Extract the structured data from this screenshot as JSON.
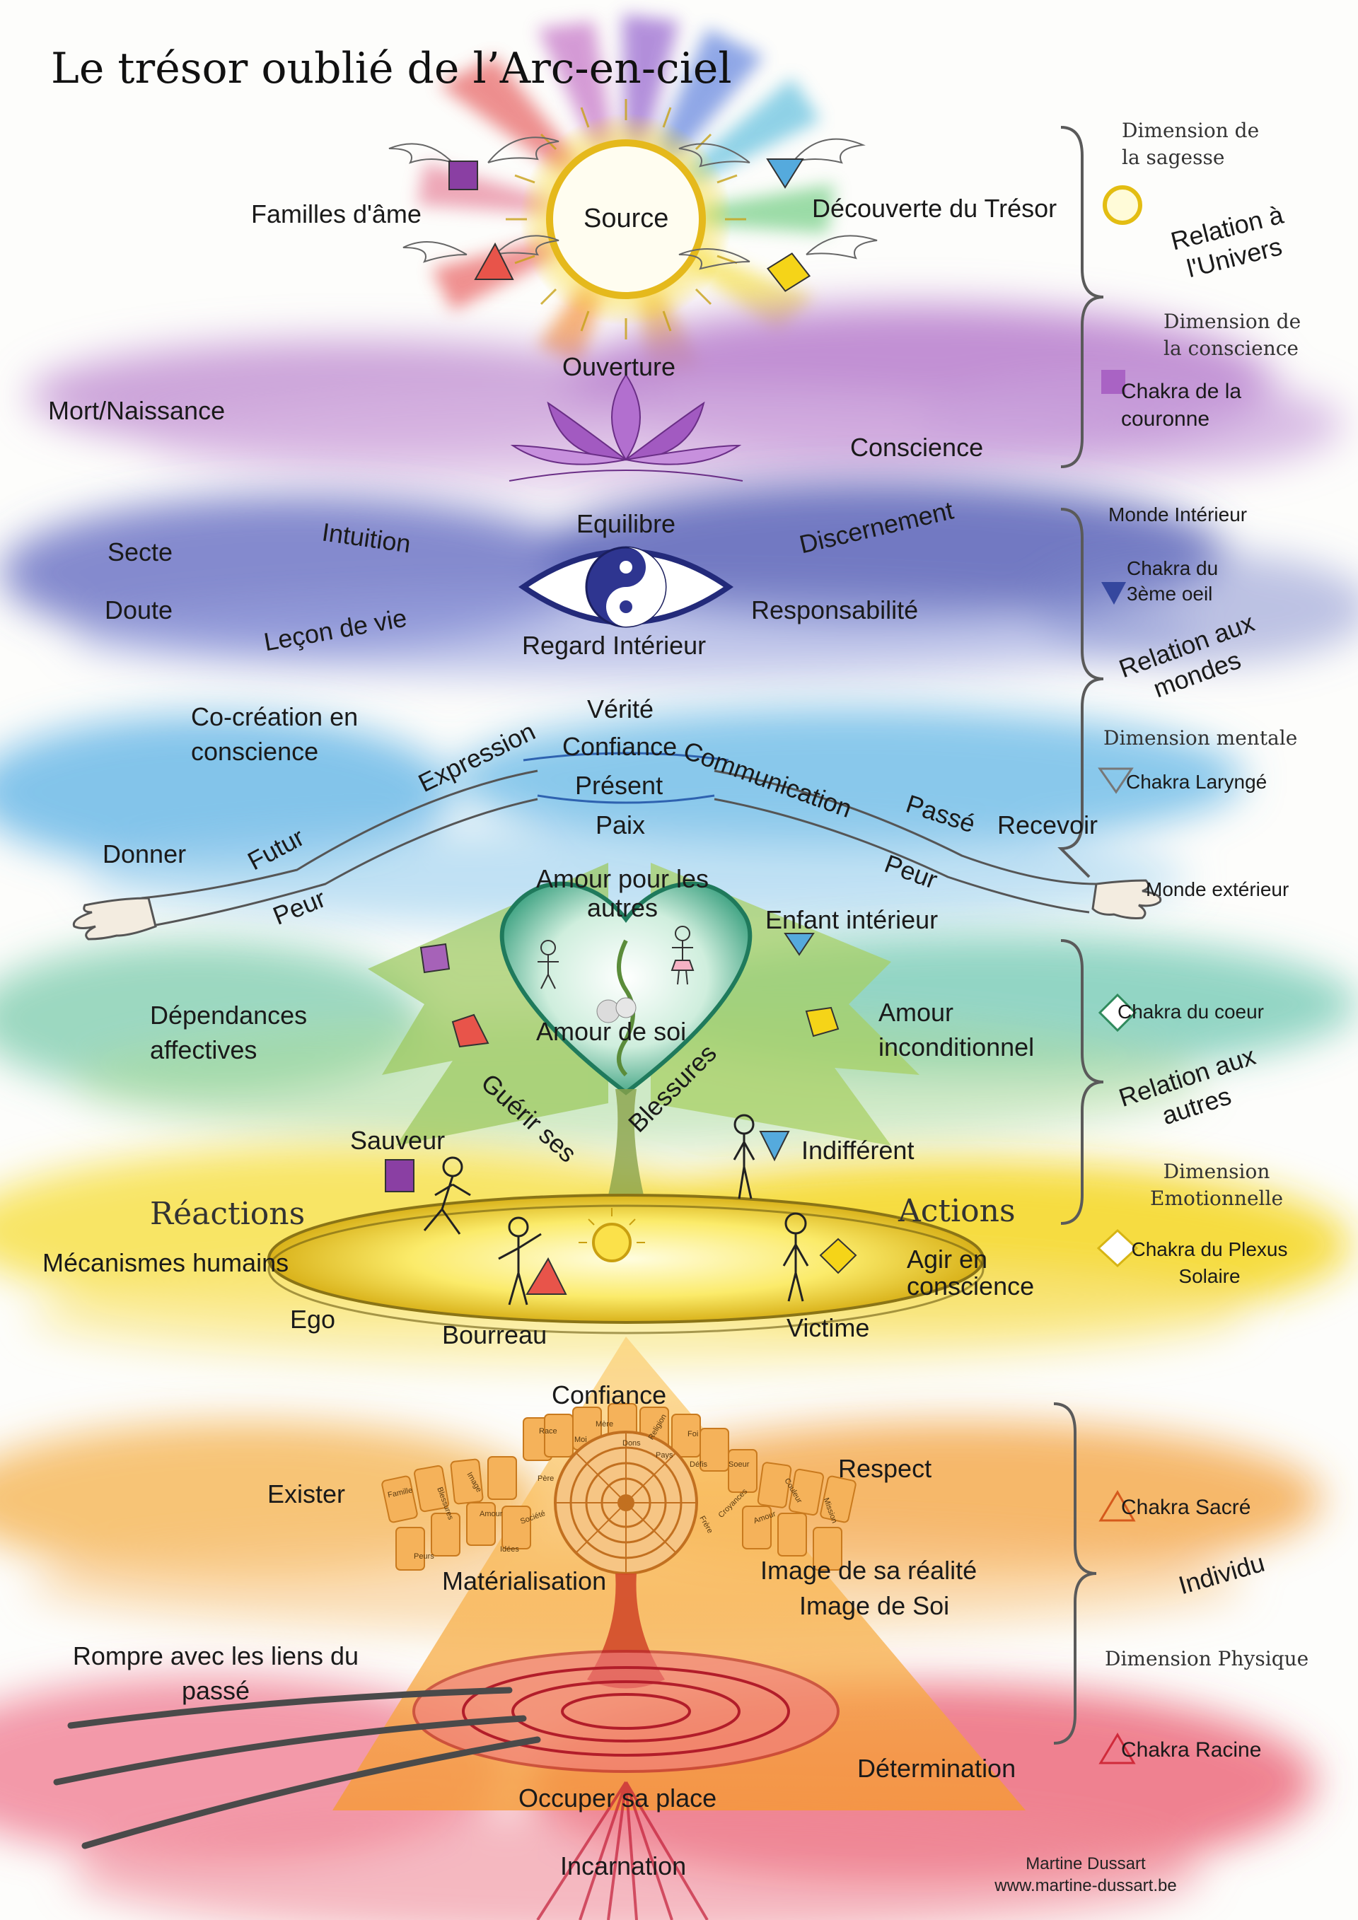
{
  "title": "Le trésor oublié de l’Arc-en-ciel",
  "center": {
    "source": "Source",
    "familles": "Familles d'âme",
    "decouverte": "Découverte du Trésor",
    "ouverture": "Ouverture",
    "mort": "Mort/Naissance",
    "conscience": "Conscience",
    "equilibre": "Equilibre",
    "intuition": "Intuition",
    "discernement": "Discernement",
    "secte": "Secte",
    "doute": "Doute",
    "lecon": "Leçon de vie",
    "responsabilite": "Responsabilité",
    "regard": "Regard Intérieur",
    "cocreation": "Co-création en conscience",
    "verite": "Vérité",
    "confiance_gorge": "Confiance",
    "present": "Présent",
    "paix": "Paix",
    "expression": "Expression",
    "communication": "Communication",
    "passe": "Passé",
    "recevoir": "Recevoir",
    "donner": "Donner",
    "futur": "Futur",
    "peur_left": "Peur",
    "peur_right": "Peur",
    "amour_autres": "Amour pour les autres",
    "enfant": "Enfant intérieur",
    "dependances": "Dépendances affectives",
    "amour_soi": "Amour de soi",
    "amour_incond": "Amour inconditionnel",
    "guerir": "Guérir ses",
    "blessures": "Blessures",
    "sauveur": "Sauveur",
    "indifferent": "Indifférent",
    "reactions": "Réactions",
    "actions": "Actions",
    "mecanismes": "Mécanismes humains",
    "agir": "Agir en conscience",
    "ego": "Ego",
    "bourreau": "Bourreau",
    "victime": "Victime",
    "confiance_sacre": "Confiance",
    "respect": "Respect",
    "exister": "Exister",
    "materialisation": "Matérialisation",
    "image_realite": "Image de sa réalité",
    "image_soi": "Image de Soi",
    "rompre": "Rompre avec les liens du passé",
    "determination": "Détermination",
    "occuper": "Occuper sa place",
    "incarnation": "Incarnation"
  },
  "cards": [
    "Race",
    "Mère",
    "Religion",
    "Moi",
    "Dons",
    "Foi",
    "Pays",
    "Défis",
    "Soeur",
    "Famille",
    "Image",
    "Père",
    "Couleur",
    "Blessures",
    "Amour",
    "Société",
    "Croyances",
    "Mission",
    "Peurs",
    "Idées",
    "Frère",
    "Amour"
  ],
  "side": {
    "dim_sagesse": "Dimension de la sagesse",
    "relation_univers": "Relation à l'Univers",
    "dim_conscience": "Dimension de la conscience",
    "chakra_couronne": "Chakra de la couronne",
    "monde_interieur": "Monde Intérieur",
    "chakra_3eme": "Chakra du 3ème oeil",
    "relation_mondes": "Relation aux mondes",
    "dim_mentale": "Dimension mentale",
    "chakra_larynge": "Chakra Laryngé",
    "monde_exterieur": "Monde extérieur",
    "chakra_coeur": "Chakra du coeur",
    "relation_autres": "Relation aux autres",
    "dim_emotionnelle": "Dimension Emotionnelle",
    "chakra_plexus": "Chakra du Plexus Solaire",
    "chakra_sacre": "Chakra Sacré",
    "individu": "Individu",
    "dim_physique": "Dimension Physique",
    "chakra_racine": "Chakra Racine"
  },
  "signature": {
    "name": "Martine Dussart",
    "url": "www.martine-dussart.be"
  },
  "icons": [
    "sun-icon",
    "eye-icon",
    "yin-yang-icon",
    "lotus-icon",
    "heart-icon",
    "hand-icon",
    "wing-icon",
    "target-icon",
    "spiral-icon"
  ],
  "colors": {
    "violet": "#9a5fb0",
    "indigo": "#3a3f9e",
    "blue": "#4b9bd6",
    "green": "#4fae7a",
    "yellow": "#f5d418",
    "orange": "#f3a63a",
    "red": "#e5393f"
  }
}
